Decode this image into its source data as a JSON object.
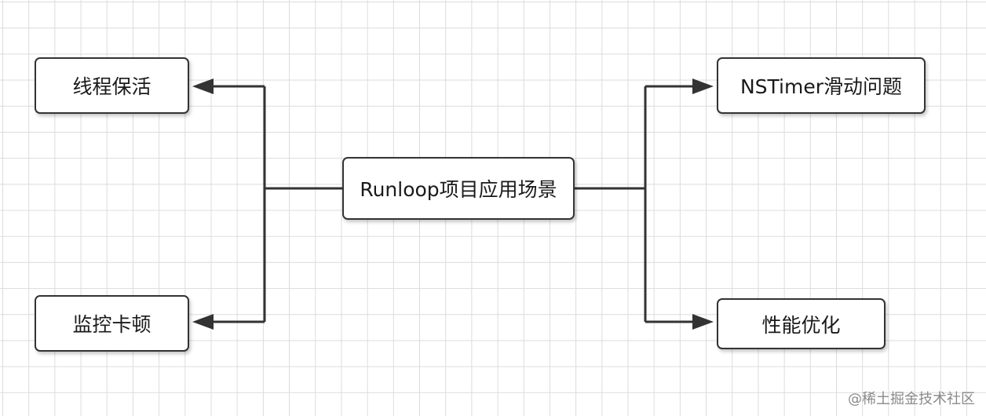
{
  "diagram": {
    "center": {
      "label": "Runloop项目应用场景"
    },
    "left_top": {
      "label": "线程保活"
    },
    "left_bottom": {
      "label": "监控卡顿"
    },
    "right_top": {
      "label": "NSTimer滑动问题"
    },
    "right_bottom": {
      "label": "性能优化"
    }
  },
  "watermark": {
    "text": "@稀土掘金技术社区"
  },
  "colors": {
    "line": "#333333",
    "grid": "#dcdcdc",
    "background": "#ffffff"
  }
}
